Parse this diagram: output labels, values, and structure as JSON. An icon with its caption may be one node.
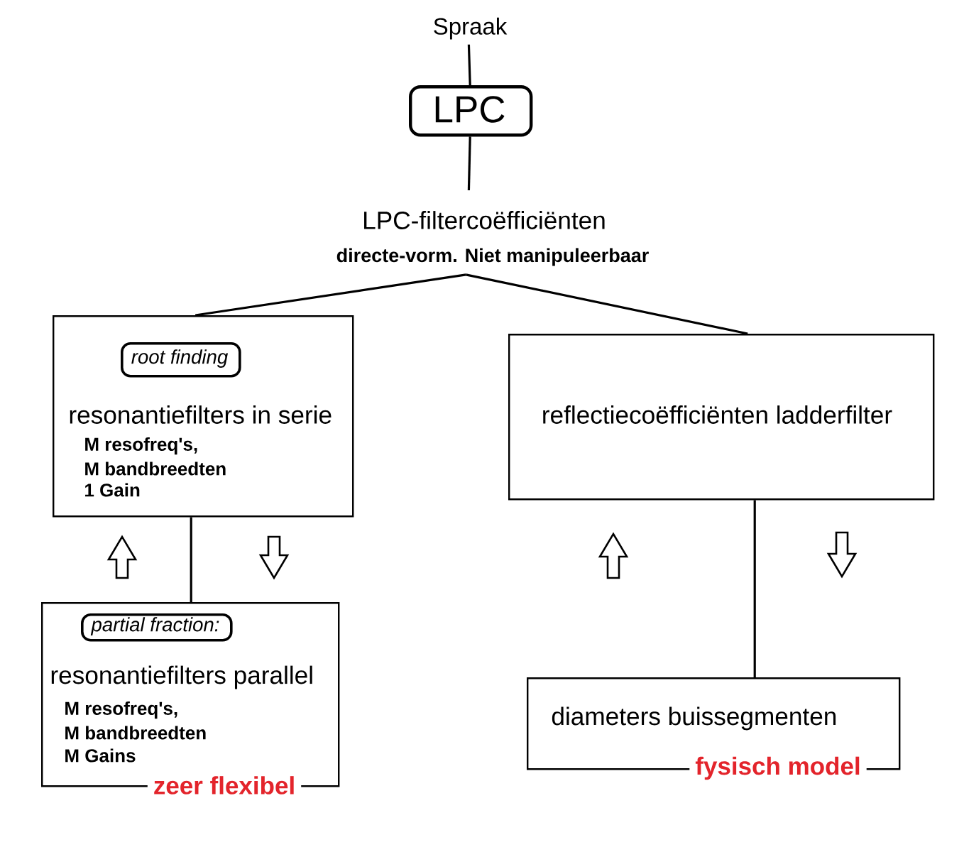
{
  "diagram": {
    "nodes": [
      {
        "text": [
          "Spraak"
        ]
      },
      {
        "text": [
          "LPC"
        ]
      },
      {
        "text": [
          "LPC-filtercoëfficiënten",
          "directe-vorm. Niet manipuleerbaar"
        ]
      },
      {
        "text": [
          "resonantiefilters in serie",
          "M resofreq's,",
          "M bandbreedten",
          "1 Gain"
        ]
      },
      {
        "text": [
          "root finding"
        ],
        "in": 3
      },
      {
        "text": [
          "reflectiecoëfficiënten ladderfilter"
        ]
      },
      {
        "text": [
          "resonantiefilters parallel",
          "M resofreq's,",
          "M bandbreedten",
          "M Gains",
          "zeer flexibel"
        ]
      },
      {
        "text": [
          "partial fraction:"
        ],
        "in": 6
      },
      {
        "text": [
          "diameters buissegmenten",
          "fysisch model"
        ]
      }
    ],
    "edges": [
      {
        "from": 0,
        "to": 1,
        "arrow": "none"
      },
      {
        "from": 1,
        "to": 2,
        "arrow": "none"
      },
      {
        "from": 2,
        "to": 3,
        "arrow": "none"
      },
      {
        "from": 2,
        "to": 5,
        "arrow": "none"
      },
      {
        "from": 3,
        "to": 6,
        "arrow": "none"
      },
      {
        "from": 5,
        "to": 8,
        "arrow": "none"
      }
    ]
  }
}
